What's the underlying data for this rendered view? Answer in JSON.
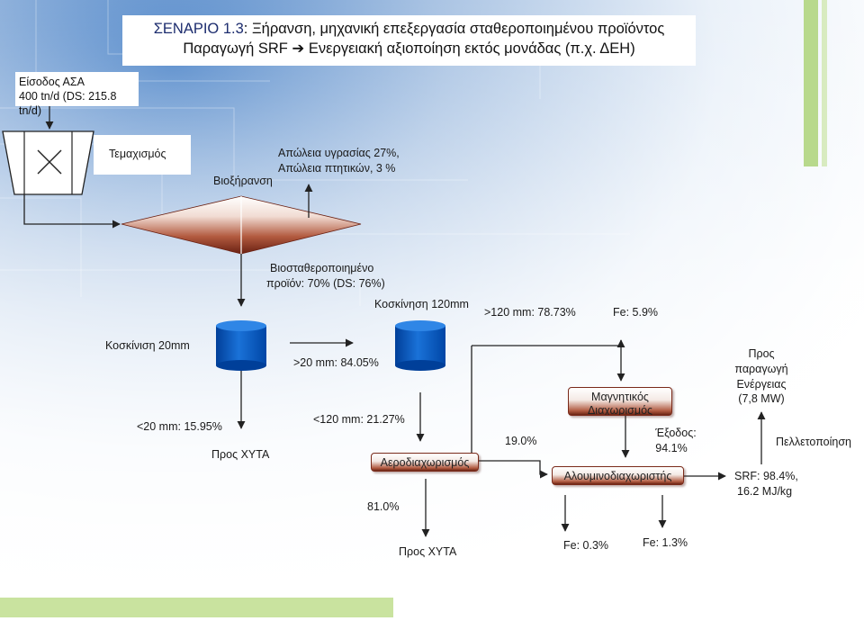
{
  "title": {
    "line1_prefix": "ΣΕΝΑΡΙΟ 1.3",
    "line1_rest": ": Ξήρανση, μηχανική επεξεργασία σταθεροποιημένου προϊόντος",
    "line2": "Παραγωγή SRF ➔ Ενεργειακή αξιοποίηση εκτός μονάδας (π.χ. ΔΕΗ)"
  },
  "input": {
    "line1": "Είσοδος ΑΣΑ",
    "line2": "400 tn/d (DS: 215.8 tn/d)"
  },
  "shredding": {
    "label": "Τεμαχισμός"
  },
  "drying": {
    "label": "Βιοξήρανση",
    "loss_line1": "Απώλεια υγρασίας 27%,",
    "loss_line2": "Απώλεια πτητικών, 3 %"
  },
  "stabilized": {
    "line1": "Βιοσταθεροποιημένο",
    "line2": "προϊόν: 70% (DS: 76%)"
  },
  "screen20": {
    "label": "Κοσκίνιση 20mm",
    "under": "<20 mm: 15.95%",
    "over": ">20 mm: 84.05%",
    "to_landfill": "Προς ΧΥΤΑ"
  },
  "screen120": {
    "label": "Κοσκίνηση 120mm",
    "under": "<120 mm: 21.27%",
    "over": ">120 mm: 78.73%"
  },
  "air_classifier": {
    "label": "Αεροδιαχωρισμός",
    "heavy": "81.0%",
    "light": "19.0%",
    "to_landfill": "Προς ΧΥΤΑ"
  },
  "magnetic": {
    "label": "Μαγνητικός Διαχωρισμός",
    "fe": "Fe: 5.9%"
  },
  "aluminium": {
    "label": "Αλουμινοδιαχωριστής",
    "fe_left": "Fe: 0.3%",
    "fe_right": "Fe: 1.3%",
    "exit_line1": "Έξοδος:",
    "exit_line2": "94.1%"
  },
  "energy": {
    "line1": "Προς",
    "line2": "παραγωγή",
    "line3": "Ενέργειας",
    "line4": "(7,8 MW)"
  },
  "pelletizing": {
    "label": "Πελλετοποίηση"
  },
  "srf": {
    "line1": "SRF: 98.4%,",
    "line2": "16.2 MJ/kg"
  },
  "colors": {
    "title_text": "#1c2c6e",
    "cylinder": "#0a5cc4",
    "box_accent": "#8b2f1c",
    "green_bar": "#b8d98c"
  }
}
